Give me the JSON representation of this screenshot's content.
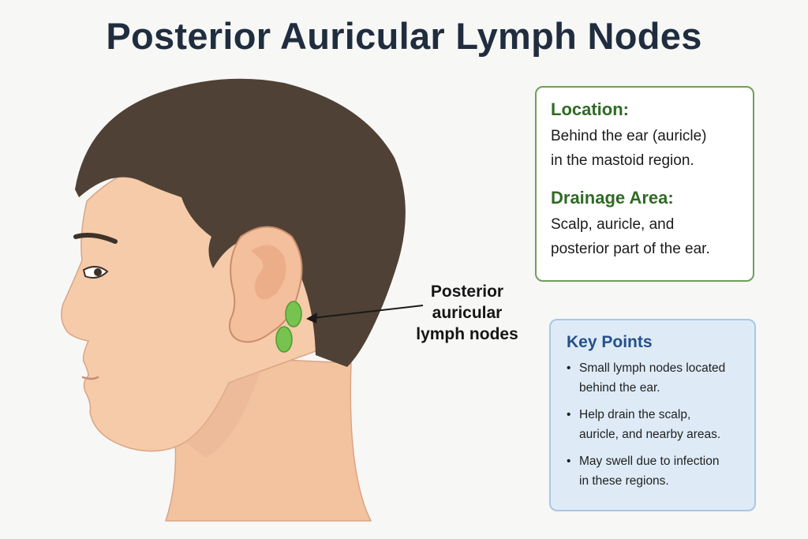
{
  "title": "Posterior Auricular Lymph Nodes",
  "node_label": {
    "lines": [
      "Posterior",
      "auricular",
      "lymph nodes"
    ]
  },
  "location_card": {
    "heading": "Location:",
    "text_lines": [
      "Behind the ear (auricle)",
      "in the mastoid region."
    ],
    "drainage_heading": "Drainage Area:",
    "drainage_lines": [
      "Scalp, auricle, and",
      "posterior part of the ear."
    ]
  },
  "key_points": {
    "heading": "Key Points",
    "items": [
      {
        "lines": [
          "Small lymph nodes located",
          "behind the ear."
        ]
      },
      {
        "lines": [
          "Help drain the scalp,",
          "auricle, and nearby areas."
        ]
      },
      {
        "lines": [
          "May swell due to infection",
          "in these regions."
        ]
      }
    ]
  },
  "colors": {
    "title": "#1f2d3f",
    "hair": "#4f4135",
    "skin": "#f6cba9",
    "lymph_node": "#76c34f",
    "location_border": "#6e9e57",
    "key_points_bg": "#deebf7",
    "key_points_heading": "#25508b"
  }
}
